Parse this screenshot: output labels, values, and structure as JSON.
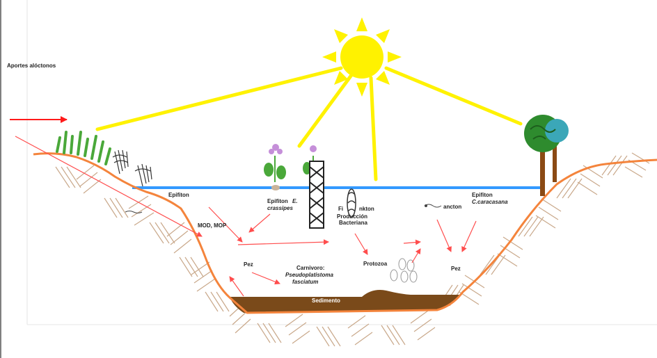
{
  "colors": {
    "sun": "#fff200",
    "water": "#3399ff",
    "bank": "#f4843c",
    "hatch": "#c9a88a",
    "sediment": "#7a4a1a",
    "arrow": "#ff4d4d",
    "input_arrow": "#ff1a1a",
    "tree_leaf": "#2e8b2e",
    "tree_leaf_alt": "#3ba7b8",
    "trunk": "#8b4a14",
    "grass": "#4aa83a"
  },
  "labels": {
    "allochthonous": "Aportes alóctonos",
    "epiphyton_left": "Epifiton",
    "mod_mop": "MOD, MOP",
    "epiphyton_mid": "Epifiton",
    "eichhornia_genus": "E.",
    "eichhornia_species": "crassipes",
    "plankton_left": "Fi",
    "plankton_right": "nkton",
    "bacterial_prod_1": "Producción",
    "bacterial_prod_2": "Bacteriana",
    "zooplankton": "ancton",
    "epiphyton_right": "Epifiton",
    "caracasana": "C.caracasana",
    "fish_left": "Pez",
    "carnivore": "Carnivoro:",
    "pseudo_1": "Pseudoplatistoma",
    "pseudo_2": "fasciatum",
    "protozoa": "Protozoa",
    "fish_right": "Pez",
    "sediment": "Sedimento"
  },
  "icons": [
    "sun-icon",
    "tree-icon",
    "grass-icon",
    "water-hyacinth-icon",
    "plankton-icon",
    "protozoa-icon",
    "zooplankton-icon"
  ]
}
